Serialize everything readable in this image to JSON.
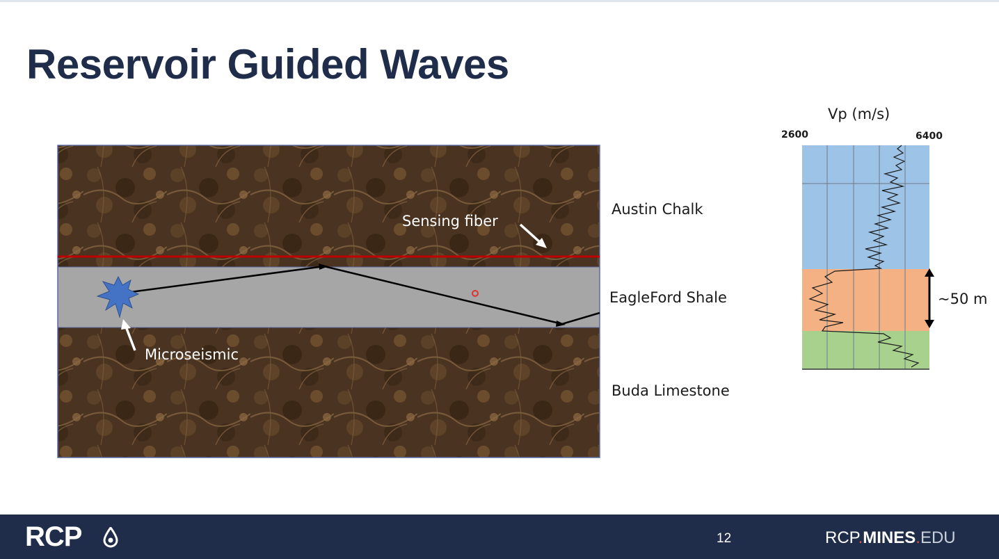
{
  "slide": {
    "title": "Reservoir Guided Waves",
    "page_number": "12"
  },
  "diagram": {
    "labels": {
      "sensing_fiber": "Sensing fiber",
      "microseismic": "Microseismic",
      "austin_chalk": "Austin Chalk",
      "eagleford_shale": "EagleFord Shale",
      "buda_limestone": "Buda Limestone"
    },
    "colors": {
      "fiber_line": "#c00000",
      "shale_band": "#a6a6a6",
      "rock_texture": "#4a3320",
      "event_star": "#4472c4"
    }
  },
  "velocity_log": {
    "title": "Vp (m/s)",
    "x_min_label": "2600",
    "x_max_label": "6400",
    "thickness_label": "~50 m",
    "zone_colors": {
      "austin_chalk": "#9dc3e6",
      "eagleford_shale": "#f4b183",
      "buda_limestone": "#a9d18e"
    }
  },
  "footer": {
    "logo_text": "RCP",
    "logo_icon": "water-drop-icon",
    "url_part1": "RCP",
    "url_dot1": ".",
    "url_part2": "MINES",
    "url_dot2": ".",
    "url_part3": "EDU"
  }
}
